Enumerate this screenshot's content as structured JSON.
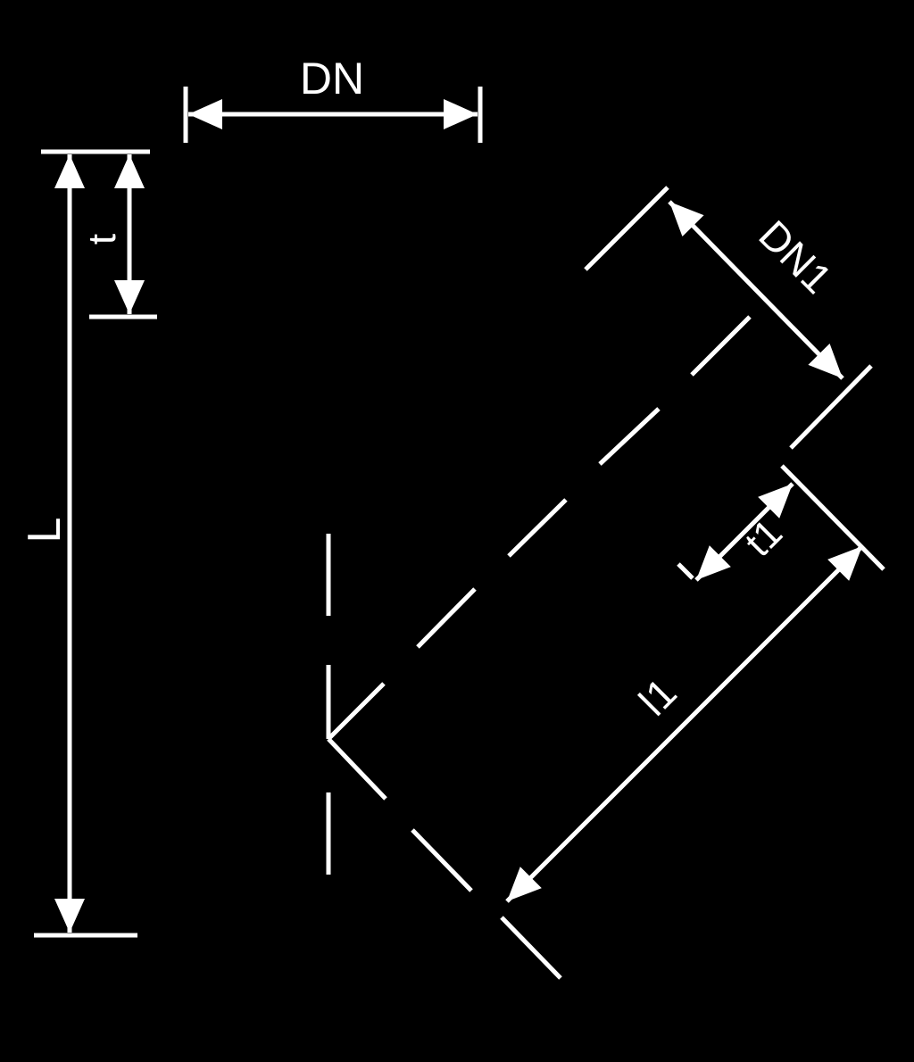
{
  "colors": {
    "background": "#000000",
    "lines": "#ffffff"
  },
  "labels": {
    "dn": "DN",
    "dn1": "DN1",
    "t": "t",
    "t1": "t1",
    "l": "L",
    "l1": "l1"
  }
}
